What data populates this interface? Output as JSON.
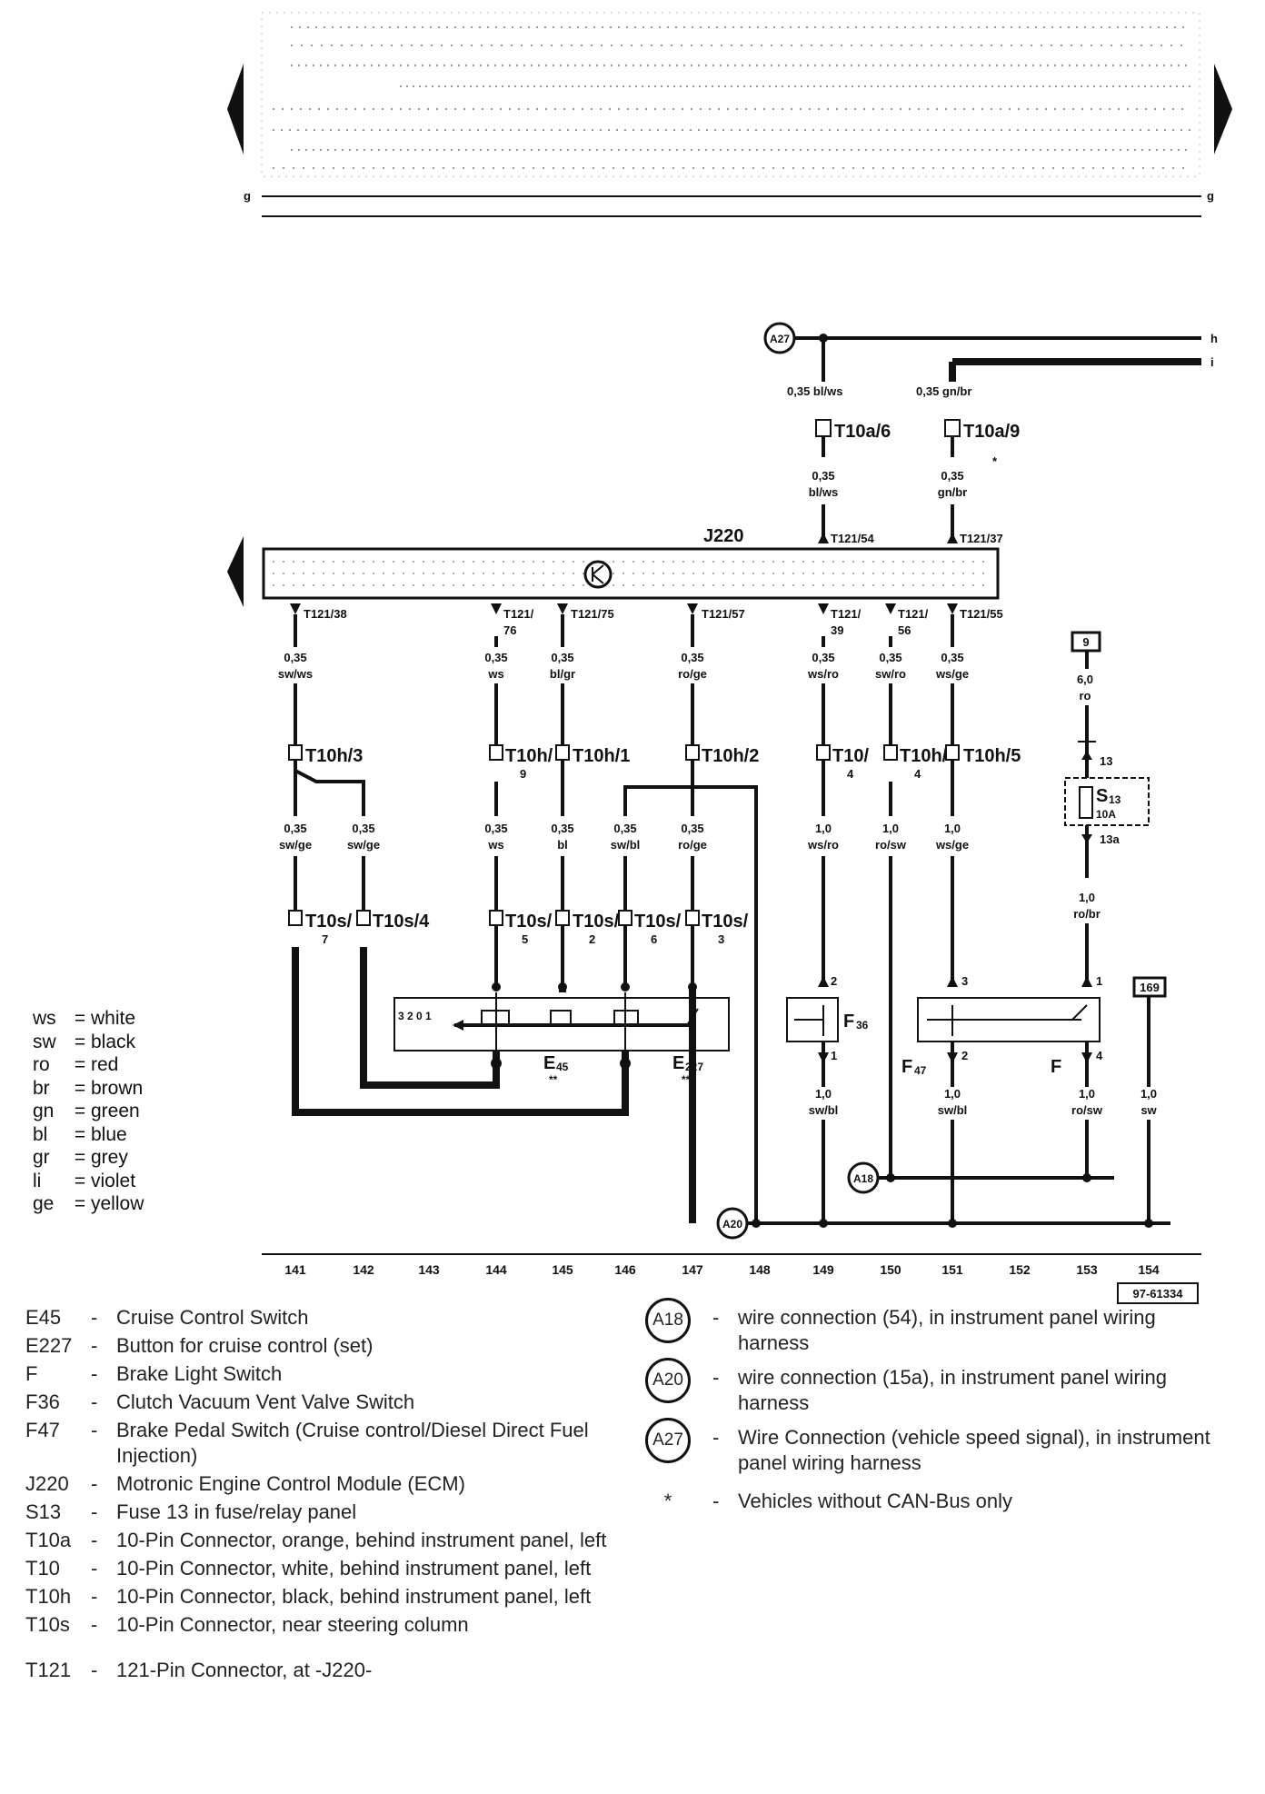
{
  "wire_colors": [
    {
      "code": "ws",
      "name": "white"
    },
    {
      "code": "sw",
      "name": "black"
    },
    {
      "code": "ro",
      "name": "red"
    },
    {
      "code": "br",
      "name": "brown"
    },
    {
      "code": "gn",
      "name": "green"
    },
    {
      "code": "bl",
      "name": "blue"
    },
    {
      "code": "gr",
      "name": "grey"
    },
    {
      "code": "li",
      "name": "violet"
    },
    {
      "code": "ge",
      "name": "yellow"
    }
  ],
  "components": [
    {
      "code": "E45",
      "desc": "Cruise Control Switch"
    },
    {
      "code": "E227",
      "desc": "Button for cruise control (set)"
    },
    {
      "code": "F",
      "desc": "Brake Light Switch"
    },
    {
      "code": "F36",
      "desc": "Clutch Vacuum Vent Valve Switch"
    },
    {
      "code": "F47",
      "desc": "Brake Pedal Switch (Cruise control/Diesel Direct Fuel Injection)"
    },
    {
      "code": "J220",
      "desc": "Motronic Engine Control Module (ECM)"
    },
    {
      "code": "S13",
      "desc": "Fuse 13 in fuse/relay panel"
    },
    {
      "code": "T10a",
      "desc": "10-Pin Connector, orange, behind instrument panel, left"
    },
    {
      "code": "T10",
      "desc": "10-Pin Connector, white, behind instrument panel, left"
    },
    {
      "code": "T10h",
      "desc": "10-Pin Connector, black, behind instrument panel, left"
    },
    {
      "code": "T10s",
      "desc": "10-Pin Connector,  near steering column"
    },
    {
      "code": "T121",
      "desc": "121-Pin Connector, at -J220-"
    }
  ],
  "connections": [
    {
      "code": "A18",
      "desc": "wire connection (54), in instrument panel wiring harness"
    },
    {
      "code": "A20",
      "desc": "wire connection (15a), in instrument panel wiring harness"
    },
    {
      "code": "A27",
      "desc": "Wire Connection (vehicle speed signal), in instrument panel wiring harness"
    }
  ],
  "note": {
    "symbol": "*",
    "desc": "Vehicles without CAN-Bus only"
  },
  "dash": "-",
  "diagram": {
    "ground_g": "g",
    "line_h": "h",
    "line_i": "i",
    "ecm": "J220",
    "ref_number": "97-61334",
    "box_9": "9",
    "box_169": "169",
    "columns": [
      "141",
      "142",
      "143",
      "144",
      "145",
      "146",
      "147",
      "148",
      "149",
      "150",
      "151",
      "152",
      "153",
      "154"
    ],
    "top_wires": {
      "a27_wire": "0,35 bl/ws",
      "gnbr_wire": "0,35 gn/br",
      "t10a6": "T10a/6",
      "t10a9": "T10a/9",
      "star": "*",
      "w1a": "0,35",
      "w1b": "bl/ws",
      "w2a": "0,35",
      "w2b": "gn/br",
      "pin54": "T121/54",
      "pin37": "T121/37"
    },
    "pins": {
      "p38": "T121/38",
      "p76a": "T121/",
      "p76b": "76",
      "p75": "T121/75",
      "p57": "T121/57",
      "p39a": "T121/",
      "p39b": "39",
      "p56a": "T121/",
      "p56b": "56",
      "p55": "T121/55"
    },
    "wires_upper": [
      {
        "a": "0,35",
        "b": "sw/ws"
      },
      {
        "a": "0,35",
        "b": "ws"
      },
      {
        "a": "0,35",
        "b": "bl/gr"
      },
      {
        "a": "0,35",
        "b": "ro/ge"
      },
      {
        "a": "0,35",
        "b": "ws/ro"
      },
      {
        "a": "0,35",
        "b": "sw/ro"
      },
      {
        "a": "0,35",
        "b": "ws/ge"
      },
      {
        "a": "6,0",
        "b": "ro"
      }
    ],
    "t10h": {
      "h3": "T10h/3",
      "h9a": "T10h/",
      "h9b": "9",
      "h1": "T10h/1",
      "h2": "T10h/2",
      "t104a": "T10/",
      "t104b": "4",
      "h4a": "T10h/",
      "h4b": "4",
      "h5": "T10h/5"
    },
    "wires_mid": [
      {
        "a": "0,35",
        "b": "sw/ge"
      },
      {
        "a": "0,35",
        "b": "sw/ge"
      },
      {
        "a": "0,35",
        "b": "ws"
      },
      {
        "a": "0,35",
        "b": "bl"
      },
      {
        "a": "0,35",
        "b": "sw/bl"
      },
      {
        "a": "0,35",
        "b": "ro/ge"
      },
      {
        "a": "1,0",
        "b": "ws/ro"
      },
      {
        "a": "1,0",
        "b": "ro/sw"
      },
      {
        "a": "1,0",
        "b": "ws/ge"
      },
      {
        "a": "1,0",
        "b": "ro/br"
      }
    ],
    "t10s": {
      "s7a": "T10s/",
      "s7b": "7",
      "s4": "T10s/4",
      "s5a": "T10s/",
      "s5b": "5",
      "s2a": "T10s/",
      "s2b": "2",
      "s6a": "T10s/",
      "s6b": "6",
      "s3a": "T10s/",
      "s3b": "3"
    },
    "fuse": {
      "n13": "13",
      "s": "S",
      "s_sub": "13",
      "amp": "10A",
      "n13a": "13a"
    },
    "parts": {
      "e45": "E",
      "e45_sub": "45",
      "e227": "E",
      "e227_sub": "227",
      "dstar1": "**",
      "dstar2": "**",
      "f36": "F",
      "f36_sub": "36",
      "f47": "F",
      "f47_sub": "47",
      "f": "F",
      "n2": "2",
      "n1": "1",
      "n3": "3",
      "n2b": "2",
      "n1b": "1",
      "n4": "4",
      "e45_code": "3 2 0 1"
    },
    "wires_lower": [
      {
        "a": "1,0",
        "b": "sw/bl"
      },
      {
        "a": "1,0",
        "b": "sw/bl"
      },
      {
        "a": "1,0",
        "b": "ro/sw"
      },
      {
        "a": "1,0",
        "b": "sw"
      }
    ],
    "circles": {
      "a27": "A27",
      "a18": "A18",
      "a20": "A20"
    }
  }
}
